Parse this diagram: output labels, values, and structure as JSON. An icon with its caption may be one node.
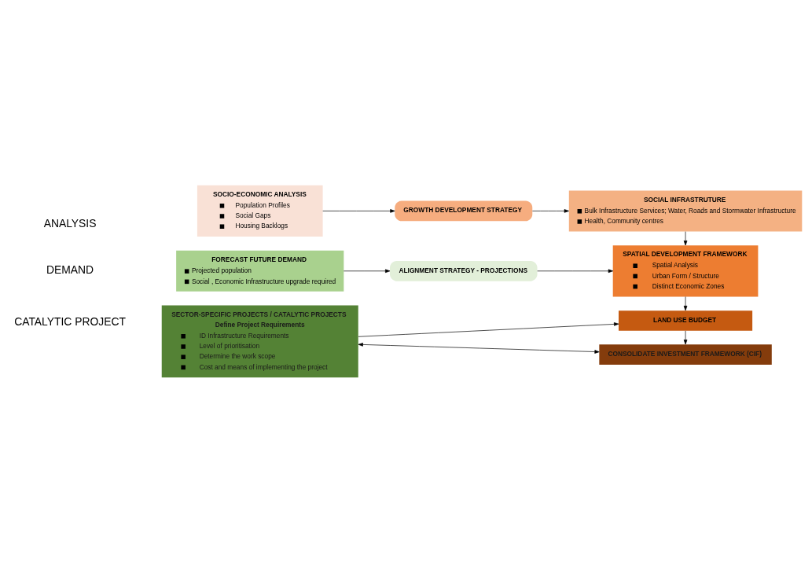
{
  "diagram": {
    "nodes": [
      {
        "text": [
          "SOCIO-ECONOMIC ANALYSIS",
          "Population Profiles",
          "Social Gaps",
          "Housing Backlogs"
        ]
      },
      {
        "text": [
          "GROWTH DEVELOPMENT STRATEGY"
        ]
      },
      {
        "text": [
          "SOCIAL INFRASTRUTURE",
          "Bulk Infrastructure Services; Water, Roads and Stormwater Infrastructure",
          "Health, Community centres"
        ]
      },
      {
        "text": [
          "FORECAST FUTURE DEMAND",
          "Projected population",
          "Social , Economic Infrastructure upgrade required"
        ]
      },
      {
        "text": [
          "ALIGNMENT STRATEGY - PROJECTIONS"
        ]
      },
      {
        "text": [
          "SPATIAL DEVELOPMENT FRAMEWORK",
          "Spatial Analysis",
          "Urban Form / Structure",
          "Distinct Economic Zones"
        ]
      },
      {
        "text": [
          "SECTOR-SPECIFIC PROJECTS / CATALYTIC PROJECTS",
          "Define Project Requirements",
          "ID Infrastructure Requirements",
          "Level of prioritisation",
          "Determine the work scope",
          "Cost and means of implementing the project"
        ]
      },
      {
        "text": [
          "LAND USE BUDGET"
        ]
      },
      {
        "text": [
          "CONSOLIDATE INVESTMENT FRAMEWORK (CIF)"
        ]
      }
    ],
    "edges": [
      {
        "from": 0,
        "to": 1,
        "arrow": "to"
      },
      {
        "from": 1,
        "to": 2,
        "arrow": "to"
      },
      {
        "from": 2,
        "to": 5,
        "arrow": "to"
      },
      {
        "from": 3,
        "to": 4,
        "arrow": "to"
      },
      {
        "from": 4,
        "to": 5,
        "arrow": "to"
      },
      {
        "from": 5,
        "to": 7,
        "arrow": "to"
      },
      {
        "from": 6,
        "to": 7,
        "arrow": "to"
      },
      {
        "from": 7,
        "to": 8,
        "arrow": "to"
      },
      {
        "from": 6,
        "to": 8,
        "arrow": "both"
      }
    ],
    "labels": [
      "ANALYSIS",
      "DEMAND",
      "CATALYTIC PROJECT"
    ]
  }
}
